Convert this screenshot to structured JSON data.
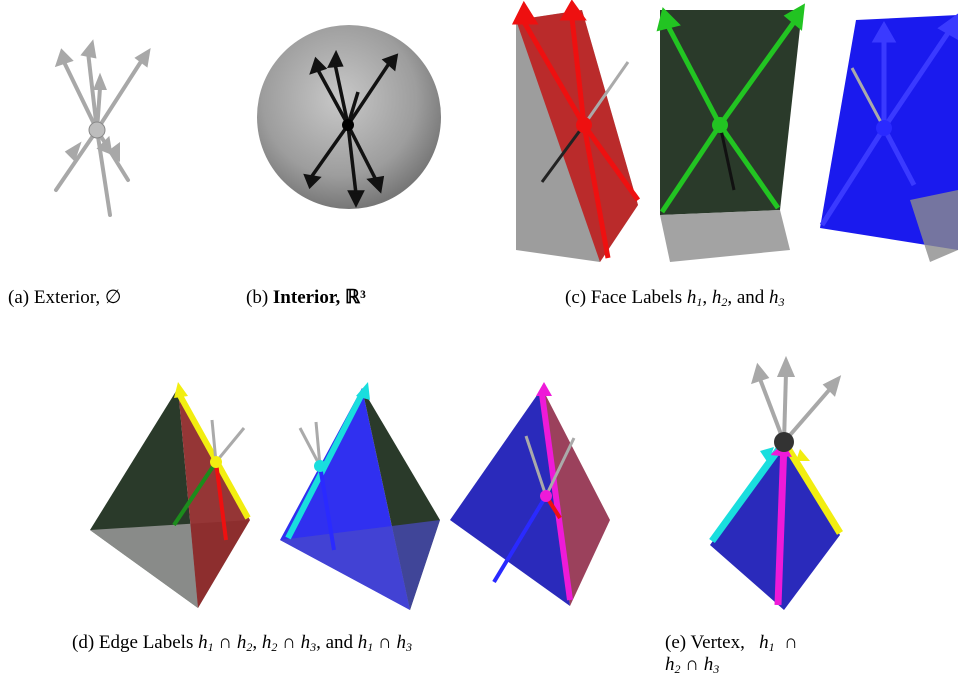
{
  "figure": {
    "panels": [
      {
        "id": "a",
        "label": "(a)",
        "caption": "Exterior, ∅",
        "depicts": "vertex with gray arrows, no enclosing shape"
      },
      {
        "id": "b",
        "label": "(b)",
        "caption": "Interior, ℝ³",
        "depicts": "gray sphere with black arrows around a central vertex"
      },
      {
        "id": "c",
        "label": "(c)",
        "caption_text": "Face Labels",
        "caption_vars": [
          "h1",
          "h2",
          "h3"
        ],
        "depicts": "three translucent wedges colored red, green and blue"
      },
      {
        "id": "d",
        "label": "(d)",
        "caption_text": "Edge Labels",
        "caption_vars": [
          "h1 ∩ h2",
          "h2 ∩ h3",
          "h1 ∩ h3"
        ],
        "depicts": "three translucent tetrahedra with highlighted edges"
      },
      {
        "id": "e",
        "label": "(e)",
        "caption_text": "Vertex,",
        "caption_vars": [
          "h1 ∩ h2 ∩ h3"
        ],
        "depicts": "pyramid corner with cyan, yellow and magenta edges"
      }
    ],
    "colors": {
      "gray": "#9a9a9a",
      "black": "#1a1a1a",
      "red": "#e31010",
      "green": "#22c422",
      "blue": "#1a1aee",
      "cyan": "#19dede",
      "yellow": "#f2ee10",
      "magenta": "#ee1ad8",
      "dark_face": "#2a3a2a",
      "gray_face": "#8c8c8c"
    }
  }
}
